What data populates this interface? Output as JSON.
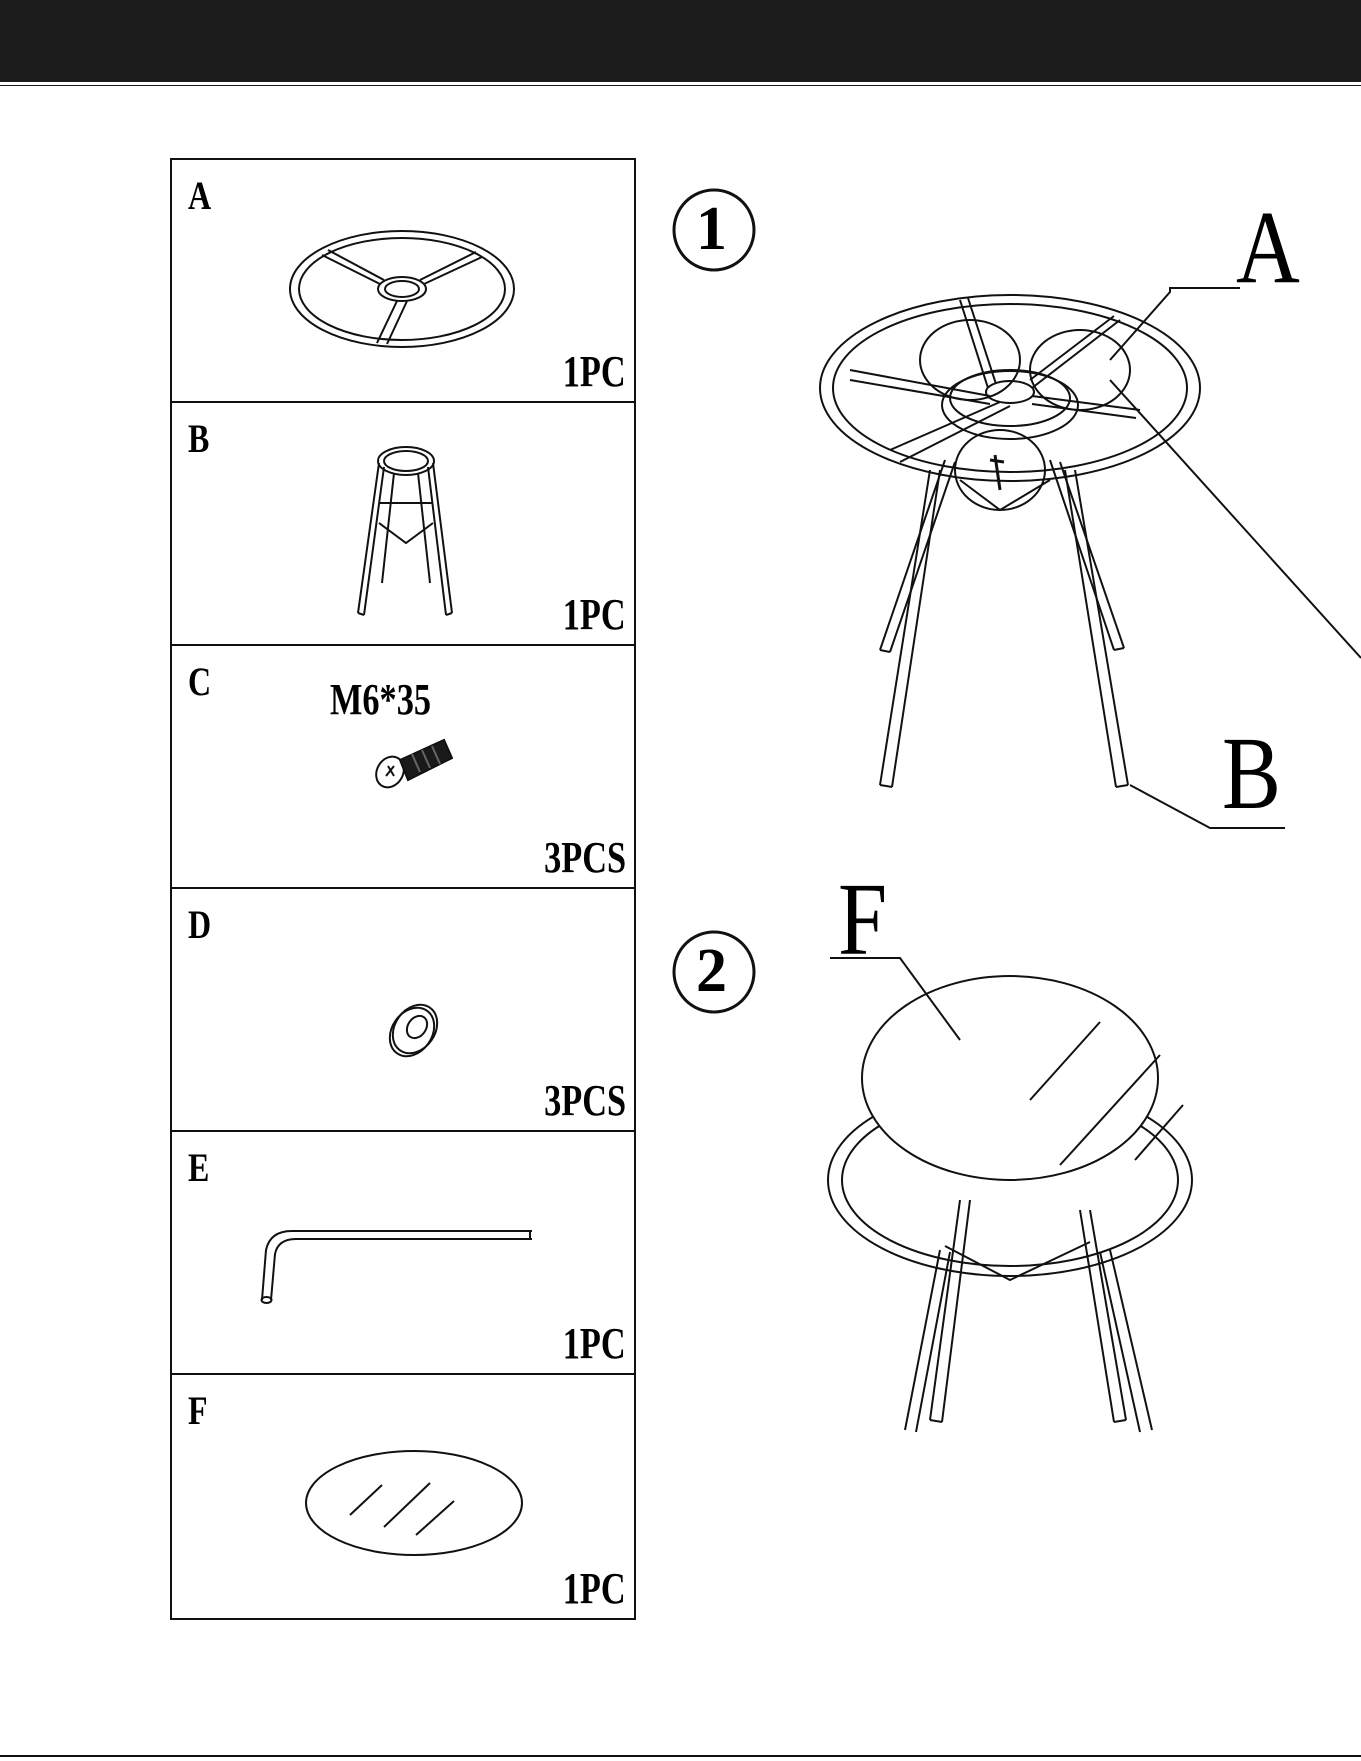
{
  "parts": [
    {
      "letter": "A",
      "qty": "1PC",
      "icon": "ring-frame-icon"
    },
    {
      "letter": "B",
      "qty": "1PC",
      "icon": "base-legs-icon"
    },
    {
      "letter": "C",
      "qty": "3PCS",
      "spec": "M6*35",
      "icon": "bolt-icon"
    },
    {
      "letter": "D",
      "qty": "3PCS",
      "icon": "washer-icon"
    },
    {
      "letter": "E",
      "qty": "1PC",
      "icon": "allen-key-icon"
    },
    {
      "letter": "F",
      "qty": "1PC",
      "icon": "glass-top-icon"
    }
  ],
  "steps": [
    {
      "number": "1",
      "labels": [
        "A",
        "B"
      ]
    },
    {
      "number": "2",
      "labels": [
        "F"
      ]
    }
  ]
}
